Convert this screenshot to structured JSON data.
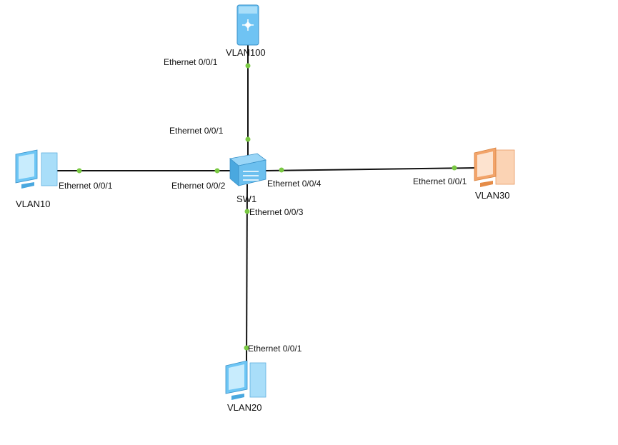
{
  "colors": {
    "link": "#111111",
    "port_dot": "#7ac943",
    "pc_blue": "#6ec6f5",
    "pc_orange": "#f2a46a",
    "switch_blue": "#5fb8ea",
    "router_blue": "#6fc3f3"
  },
  "devices": {
    "router": {
      "label": "VLAN100",
      "icon": "router-icon"
    },
    "switch": {
      "label": "SW1",
      "icon": "switch-icon"
    },
    "pc_left": {
      "label": "VLAN10",
      "icon": "pc-icon"
    },
    "pc_right": {
      "label": "VLAN30",
      "icon": "pc-icon"
    },
    "pc_bottom": {
      "label": "VLAN20",
      "icon": "pc-icon"
    }
  },
  "ports": {
    "router_port": "Ethernet 0/0/1",
    "sw_up_port": "Ethernet 0/0/1",
    "sw_left_port": "Ethernet 0/0/2",
    "pc_left_port": "Ethernet 0/0/1",
    "sw_right_port": "Ethernet 0/0/4",
    "pc_right_port": "Ethernet 0/0/1",
    "sw_down_port": "Ethernet 0/0/3",
    "pc_bottom_port": "Ethernet 0/0/1"
  }
}
